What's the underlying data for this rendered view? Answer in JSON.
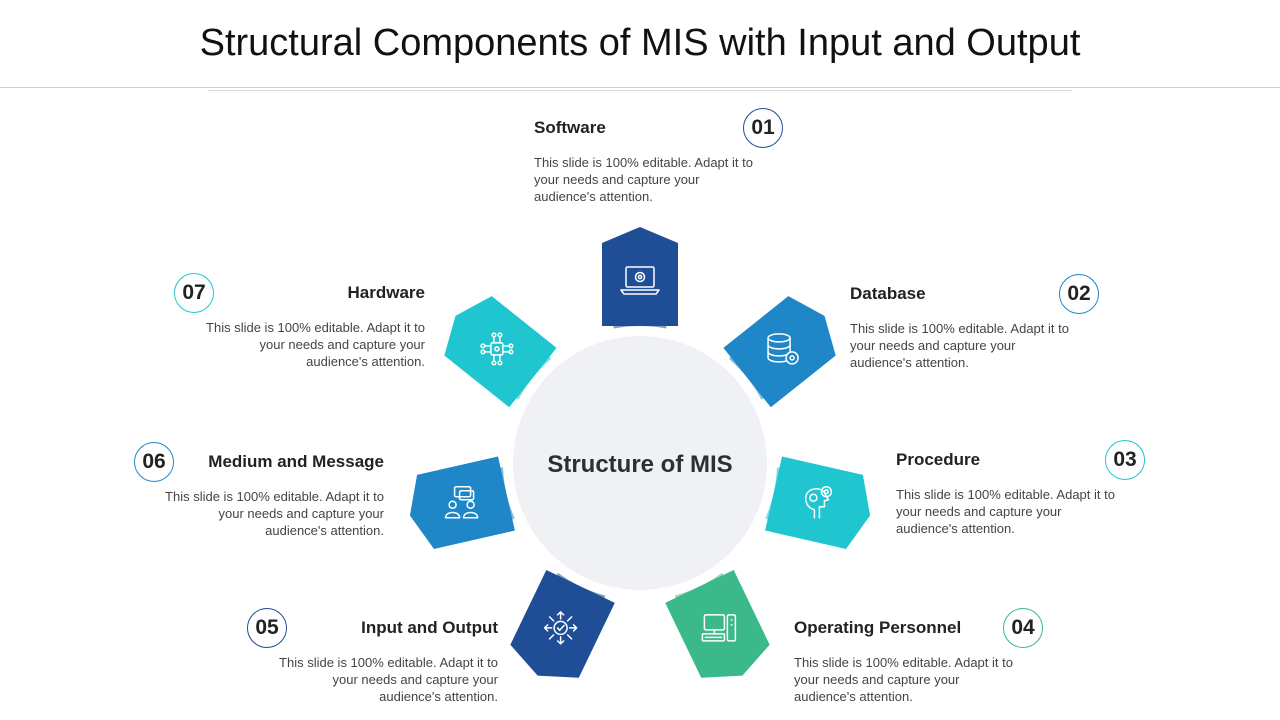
{
  "title": "Structural Components of MIS with Input and Output",
  "center": {
    "label": "Structure of MIS"
  },
  "colors": {
    "navy": "#1f4e96",
    "blue": "#1f86c8",
    "teal": "#20c6cf",
    "green": "#3cb98a",
    "hub": "#eff1f4"
  },
  "items": [
    {
      "number": "01",
      "heading": "Software",
      "text": "This slide is 100% editable. Adapt it to your needs and capture your audience's attention.",
      "icon": "laptop-gear-icon",
      "color": "#1f4e96"
    },
    {
      "number": "02",
      "heading": "Database",
      "text": "This slide is 100% editable. Adapt it to your needs and capture your audience's attention.",
      "icon": "database-gear-icon",
      "color": "#1f86c8"
    },
    {
      "number": "03",
      "heading": "Procedure",
      "text": "This slide is 100% editable. Adapt it to your needs and capture your audience's attention.",
      "icon": "head-gears-icon",
      "color": "#20c6cf"
    },
    {
      "number": "04",
      "heading": "Operating Personnel",
      "text": "This slide is 100% editable. Adapt it to your needs and capture your audience's attention.",
      "icon": "computer-workstation-icon",
      "color": "#3cb98a"
    },
    {
      "number": "05",
      "heading": "Input and Output",
      "text": "This slide is 100% editable. Adapt it to your needs and capture your audience's attention.",
      "icon": "arrows-check-icon",
      "color": "#1f4e96"
    },
    {
      "number": "06",
      "heading": "Medium and Message",
      "text": "This slide is 100% editable. Adapt it to your needs and capture your audience's attention.",
      "icon": "people-chat-icon",
      "color": "#1f86c8"
    },
    {
      "number": "07",
      "heading": "Hardware",
      "text": "This slide is 100% editable. Adapt it to your needs and capture your audience's attention.",
      "icon": "circuit-chip-icon",
      "color": "#20c6cf"
    }
  ]
}
